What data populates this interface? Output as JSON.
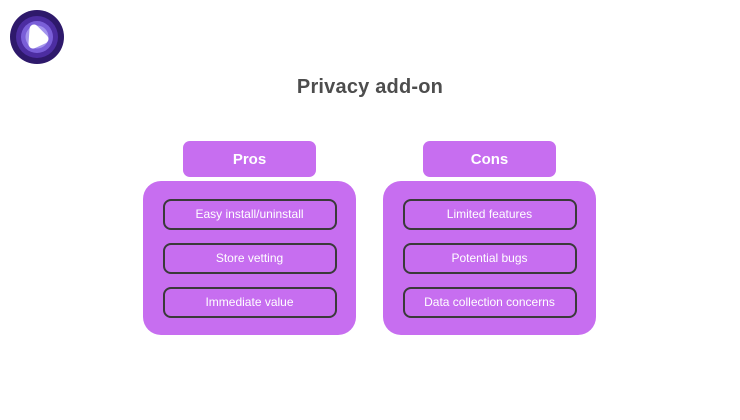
{
  "brand": {
    "logo_icon": "concentric-circles-play-logo",
    "logo_colors": {
      "outer": "#2e196b",
      "ring2": "#4c2da1",
      "ring3": "#7a5fd8",
      "ring4": "#a495ee",
      "core": "#ffffff"
    }
  },
  "title": "Privacy add-on",
  "colors": {
    "background": "#ffffff",
    "panel_purple": "#c76ef0",
    "item_border": "#3a3a3a",
    "item_text": "#ffffff",
    "header_text": "#ffffff",
    "title_text": "#4d4d4d"
  },
  "columns": [
    {
      "header": "Pros",
      "items": [
        "Easy install/uninstall",
        "Store vetting",
        "Immediate value"
      ]
    },
    {
      "header": "Cons",
      "items": [
        "Limited features",
        "Potential bugs",
        "Data collection concerns"
      ]
    }
  ]
}
